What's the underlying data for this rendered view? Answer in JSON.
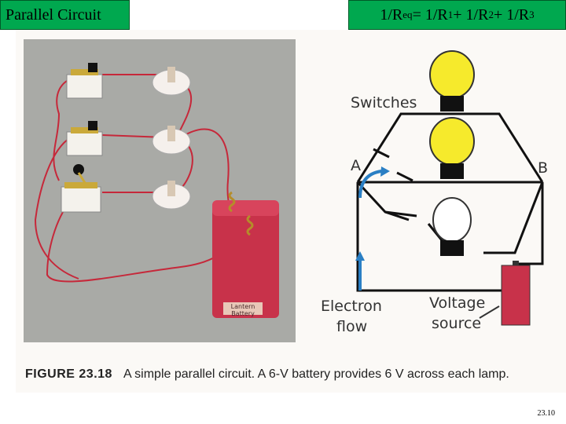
{
  "slide": {
    "title_left": "Parallel Circuit",
    "formula": {
      "p1": "1/R",
      "s1": "eq",
      "p2": " = 1/R",
      "s2": "1",
      "p3": " + 1/R",
      "s3": "2",
      "p4": " + 1/R",
      "s4": "3"
    },
    "slide_number": "23.10"
  },
  "figure": {
    "number": "FIGURE 23.18",
    "caption": "A simple parallel circuit. A 6-V battery provides 6 V across each lamp."
  },
  "diagram": {
    "switches_label": "Switches",
    "node_a": "A",
    "node_b": "B",
    "electron_label_1": "Electron",
    "electron_label_2": "flow",
    "voltage_label_1": "Voltage",
    "voltage_label_2": "source",
    "battery_text": "Lantern Battery"
  },
  "colors": {
    "title_bg": "#00a84f",
    "bulb_lit": "#f6ea2c",
    "battery": "#c8324a",
    "arrow": "#2a7fc4",
    "wire": "#c6283a"
  }
}
